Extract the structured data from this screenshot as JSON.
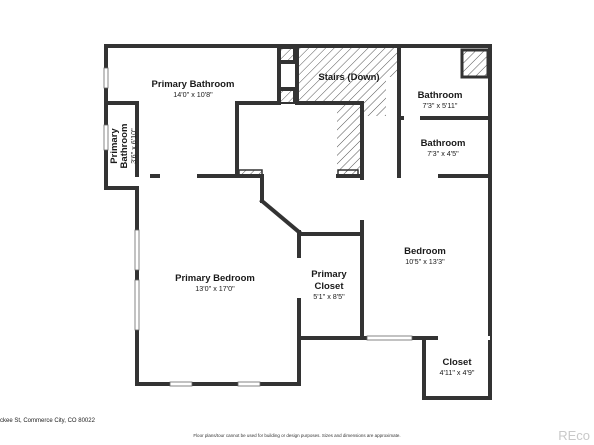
{
  "rooms": {
    "primary_bathroom": {
      "name": "Primary Bathroom",
      "dims": "14'0\" x 10'8\""
    },
    "primary_bathroom_small": {
      "name_line1": "Primary",
      "name_line2": "Bathroom",
      "dims": "3'6\" x 6'10\""
    },
    "stairs": {
      "name": "Stairs (Down)"
    },
    "bathroom_1": {
      "name": "Bathroom",
      "dims": "7'3\" x 5'11\""
    },
    "bathroom_2": {
      "name": "Bathroom",
      "dims": "7'3\" x 4'5\""
    },
    "primary_bedroom": {
      "name": "Primary Bedroom",
      "dims": "13'0\" x 17'0\""
    },
    "primary_closet": {
      "name_line1": "Primary",
      "name_line2": "Closet",
      "dims": "5'1\" x 8'5\""
    },
    "bedroom": {
      "name": "Bedroom",
      "dims": "10'5\" x 13'3\""
    },
    "closet": {
      "name": "Closet",
      "dims": "4'11\" x 4'9\""
    }
  },
  "footer": {
    "address": "ckee St, Commerce City, CO 80022",
    "disclaimer": "Floor plans/tour cannot be used for building or design purposes. Sizes and dimensions are approximate."
  },
  "brand": {
    "name": "REco"
  }
}
